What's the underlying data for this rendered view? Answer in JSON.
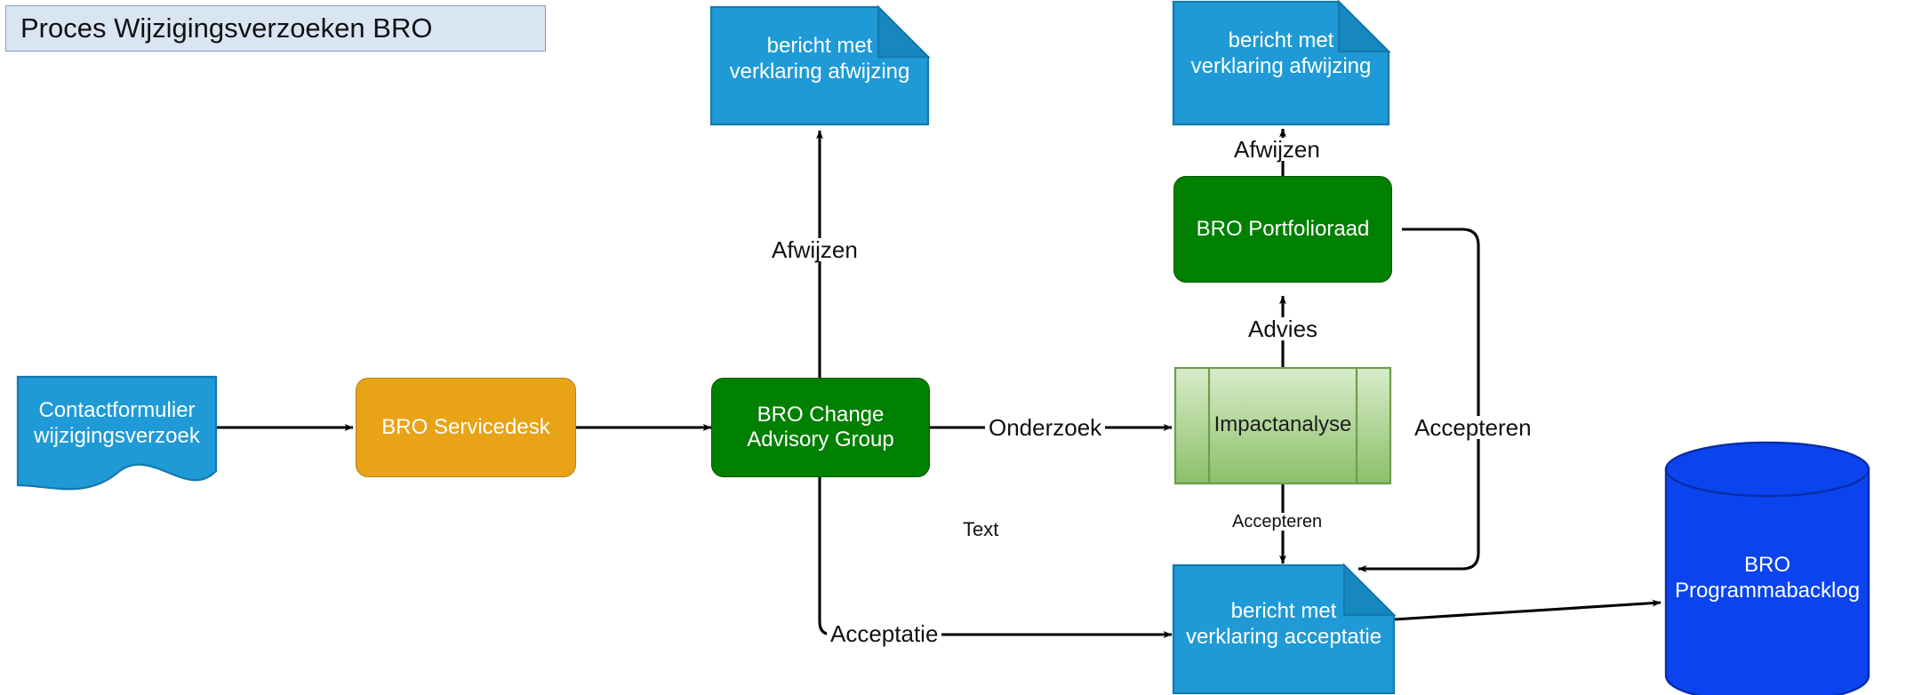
{
  "diagram": {
    "title": "Proces Wijzigingsverzoeken BRO",
    "colors": {
      "title_fill": "#dae5f4",
      "title_border": "#7f9fc4",
      "note_blue": "#1f9ad6",
      "note_border": "#1379ad",
      "note_fold": "#1787c0",
      "process_green": "#008000",
      "process_green_border": "#005700",
      "servicedesk_orange": "#e8a317",
      "servicedesk_orange_border": "#b9811a",
      "subprocess_green_top": "#cfe8c0",
      "subprocess_green_bottom": "#8dc06a",
      "subprocess_border": "#6f9c4e",
      "database_blue": "#0b44ef",
      "database_border": "#0a2da8",
      "edge": "#000000"
    }
  },
  "nodes": {
    "contactformulier": {
      "label": "Contactformulier\nwijzigingsverzoek",
      "shape": "document"
    },
    "servicedesk": {
      "label": "BRO Servicedesk",
      "shape": "rounded-rect"
    },
    "cag": {
      "label": "BRO Change\nAdvisory Group",
      "shape": "rounded-rect"
    },
    "impactanalyse": {
      "label": "Impactanalyse",
      "shape": "predefined-process"
    },
    "portfolioraad": {
      "label": "BRO Portfolioraad",
      "shape": "rounded-rect"
    },
    "note_afwijzing_left": {
      "label": "bericht met\nverklaring afwijzing",
      "shape": "note"
    },
    "note_afwijzing_right": {
      "label": "bericht met\nverklaring afwijzing",
      "shape": "note"
    },
    "note_acceptatie": {
      "label": "bericht met\nverklaring acceptatie",
      "shape": "note"
    },
    "programmabacklog": {
      "label": "BRO\nProgrammabacklog",
      "shape": "cylinder"
    }
  },
  "edge_labels": {
    "afwijzen_cag": "Afwijzen",
    "afwijzen_portfolioraad": "Afwijzen",
    "onderzoek": "Onderzoek",
    "advies": "Advies",
    "accepteren_impactanalyse": "Accepteren",
    "accepteren_portfolioraad": "Accepteren",
    "acceptatie": "Acceptatie",
    "loose_text": "Text"
  }
}
